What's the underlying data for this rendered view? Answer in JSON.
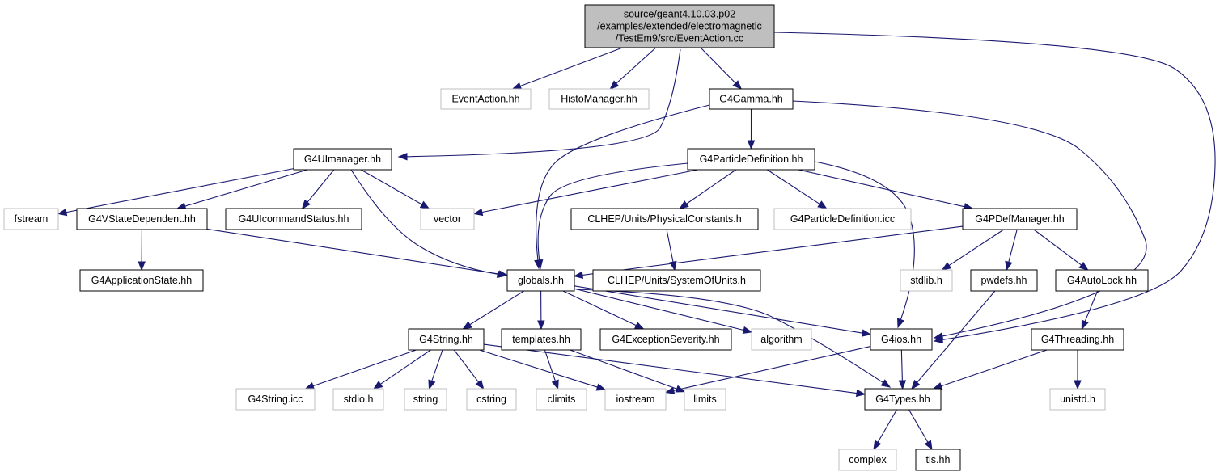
{
  "colors": {
    "edge": "#191970",
    "root_fill": "#bfbfbf",
    "node_fill": "#ffffff",
    "node_border": "#000000",
    "external_border": "#bfbfbf"
  },
  "nodes": [
    {
      "id": "root",
      "kind": "root",
      "lines": [
        "source/geant4.10.03.p02",
        "/examples/extended/electromagnetic",
        "/TestEm9/src/EventAction.cc"
      ]
    },
    {
      "id": "eventaction",
      "kind": "external",
      "lines": [
        "EventAction.hh"
      ]
    },
    {
      "id": "histomanager",
      "kind": "external",
      "lines": [
        "HistoManager.hh"
      ]
    },
    {
      "id": "g4gamma",
      "kind": "node",
      "lines": [
        "G4Gamma.hh"
      ]
    },
    {
      "id": "g4uimanager",
      "kind": "node",
      "lines": [
        "G4UImanager.hh"
      ]
    },
    {
      "id": "g4particledef",
      "kind": "node",
      "lines": [
        "G4ParticleDefinition.hh"
      ]
    },
    {
      "id": "fstream",
      "kind": "external",
      "lines": [
        "fstream"
      ]
    },
    {
      "id": "g4vstatedep",
      "kind": "node",
      "lines": [
        "G4VStateDependent.hh"
      ]
    },
    {
      "id": "g4uicmdstatus",
      "kind": "node",
      "lines": [
        "G4UIcommandStatus.hh"
      ]
    },
    {
      "id": "vector",
      "kind": "external",
      "lines": [
        "vector"
      ]
    },
    {
      "id": "physconst",
      "kind": "node",
      "lines": [
        "CLHEP/Units/PhysicalConstants.h"
      ]
    },
    {
      "id": "g4pdicc",
      "kind": "external",
      "lines": [
        "G4ParticleDefinition.icc"
      ]
    },
    {
      "id": "g4pdefmgr",
      "kind": "node",
      "lines": [
        "G4PDefManager.hh"
      ]
    },
    {
      "id": "g4appstate",
      "kind": "node",
      "lines": [
        "G4ApplicationState.hh"
      ]
    },
    {
      "id": "globals",
      "kind": "node",
      "lines": [
        "globals.hh"
      ]
    },
    {
      "id": "sysunits",
      "kind": "node",
      "lines": [
        "CLHEP/Units/SystemOfUnits.h"
      ]
    },
    {
      "id": "stdlib",
      "kind": "external",
      "lines": [
        "stdlib.h"
      ]
    },
    {
      "id": "pwdefs",
      "kind": "node",
      "lines": [
        "pwdefs.hh"
      ]
    },
    {
      "id": "g4autolock",
      "kind": "node",
      "lines": [
        "G4AutoLock.hh"
      ]
    },
    {
      "id": "g4string",
      "kind": "node",
      "lines": [
        "G4String.hh"
      ]
    },
    {
      "id": "templates",
      "kind": "node",
      "lines": [
        "templates.hh"
      ]
    },
    {
      "id": "g4excsev",
      "kind": "node",
      "lines": [
        "G4ExceptionSeverity.hh"
      ]
    },
    {
      "id": "algorithm",
      "kind": "external",
      "lines": [
        "algorithm"
      ]
    },
    {
      "id": "g4ios",
      "kind": "node",
      "lines": [
        "G4ios.hh"
      ]
    },
    {
      "id": "g4threading",
      "kind": "node",
      "lines": [
        "G4Threading.hh"
      ]
    },
    {
      "id": "g4stringicc",
      "kind": "external",
      "lines": [
        "G4String.icc"
      ]
    },
    {
      "id": "stdio",
      "kind": "external",
      "lines": [
        "stdio.h"
      ]
    },
    {
      "id": "string",
      "kind": "external",
      "lines": [
        "string"
      ]
    },
    {
      "id": "cstring",
      "kind": "external",
      "lines": [
        "cstring"
      ]
    },
    {
      "id": "climits",
      "kind": "external",
      "lines": [
        "climits"
      ]
    },
    {
      "id": "iostream",
      "kind": "external",
      "lines": [
        "iostream"
      ]
    },
    {
      "id": "limits",
      "kind": "external",
      "lines": [
        "limits"
      ]
    },
    {
      "id": "g4types",
      "kind": "node",
      "lines": [
        "G4Types.hh"
      ]
    },
    {
      "id": "unistd",
      "kind": "external",
      "lines": [
        "unistd.h"
      ]
    },
    {
      "id": "complex",
      "kind": "external",
      "lines": [
        "complex"
      ]
    },
    {
      "id": "tls",
      "kind": "node",
      "lines": [
        "tls.hh"
      ]
    }
  ],
  "edges": [
    [
      "root",
      "eventaction"
    ],
    [
      "root",
      "histomanager"
    ],
    [
      "root",
      "g4gamma"
    ],
    [
      "root",
      "g4uimanager"
    ],
    [
      "root",
      "g4ios"
    ],
    [
      "g4gamma",
      "g4particledef"
    ],
    [
      "g4gamma",
      "globals"
    ],
    [
      "g4gamma",
      "g4ios"
    ],
    [
      "g4uimanager",
      "fstream"
    ],
    [
      "g4uimanager",
      "g4vstatedep"
    ],
    [
      "g4uimanager",
      "g4uicmdstatus"
    ],
    [
      "g4uimanager",
      "vector"
    ],
    [
      "g4uimanager",
      "globals"
    ],
    [
      "g4particledef",
      "vector"
    ],
    [
      "g4particledef",
      "globals"
    ],
    [
      "g4particledef",
      "physconst"
    ],
    [
      "g4particledef",
      "g4pdicc"
    ],
    [
      "g4particledef",
      "g4pdefmgr"
    ],
    [
      "g4particledef",
      "g4ios"
    ],
    [
      "g4vstatedep",
      "g4appstate"
    ],
    [
      "g4vstatedep",
      "globals"
    ],
    [
      "physconst",
      "sysunits"
    ],
    [
      "g4pdefmgr",
      "globals"
    ],
    [
      "g4pdefmgr",
      "stdlib"
    ],
    [
      "g4pdefmgr",
      "pwdefs"
    ],
    [
      "g4pdefmgr",
      "g4autolock"
    ],
    [
      "globals",
      "g4string"
    ],
    [
      "globals",
      "templates"
    ],
    [
      "globals",
      "g4excsev"
    ],
    [
      "globals",
      "algorithm"
    ],
    [
      "globals",
      "g4ios"
    ],
    [
      "globals",
      "g4types"
    ],
    [
      "g4autolock",
      "g4threading"
    ],
    [
      "pwdefs",
      "g4types"
    ],
    [
      "g4string",
      "g4stringicc"
    ],
    [
      "g4string",
      "stdio"
    ],
    [
      "g4string",
      "string"
    ],
    [
      "g4string",
      "cstring"
    ],
    [
      "g4string",
      "iostream"
    ],
    [
      "g4string",
      "g4types"
    ],
    [
      "templates",
      "climits"
    ],
    [
      "templates",
      "limits"
    ],
    [
      "g4ios",
      "iostream"
    ],
    [
      "g4ios",
      "g4types"
    ],
    [
      "g4threading",
      "g4types"
    ],
    [
      "g4threading",
      "unistd"
    ],
    [
      "g4types",
      "complex"
    ],
    [
      "g4types",
      "tls"
    ]
  ]
}
